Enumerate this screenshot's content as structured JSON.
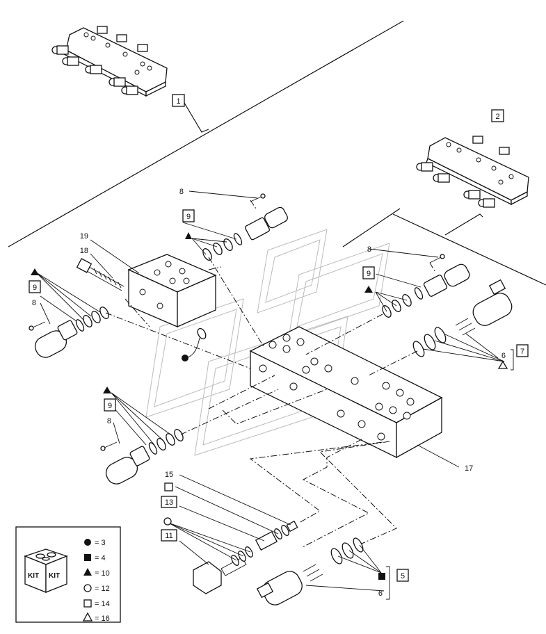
{
  "callouts": {
    "c1": "1",
    "c2": "2",
    "c5": "5",
    "c6a": "6",
    "c6b": "6",
    "c7": "7",
    "c8a": "8",
    "c8b": "8",
    "c8c": "8",
    "c8d": "8",
    "c9a": "9",
    "c9b": "9",
    "c9c": "9",
    "c9d": "9",
    "c11": "11",
    "c13": "13",
    "c15": "15",
    "c17": "17",
    "c18": "18",
    "c19": "19"
  },
  "legend": {
    "kit_label_1": "KIT",
    "kit_label_2": "KIT",
    "items": [
      {
        "symbol": "filled-circle",
        "text": "= 3"
      },
      {
        "symbol": "filled-square",
        "text": "= 4"
      },
      {
        "symbol": "filled-triangle",
        "text": "= 10"
      },
      {
        "symbol": "open-circle",
        "text": "= 12"
      },
      {
        "symbol": "open-square",
        "text": "= 14"
      },
      {
        "symbol": "open-triangle",
        "text": "= 16"
      }
    ]
  }
}
